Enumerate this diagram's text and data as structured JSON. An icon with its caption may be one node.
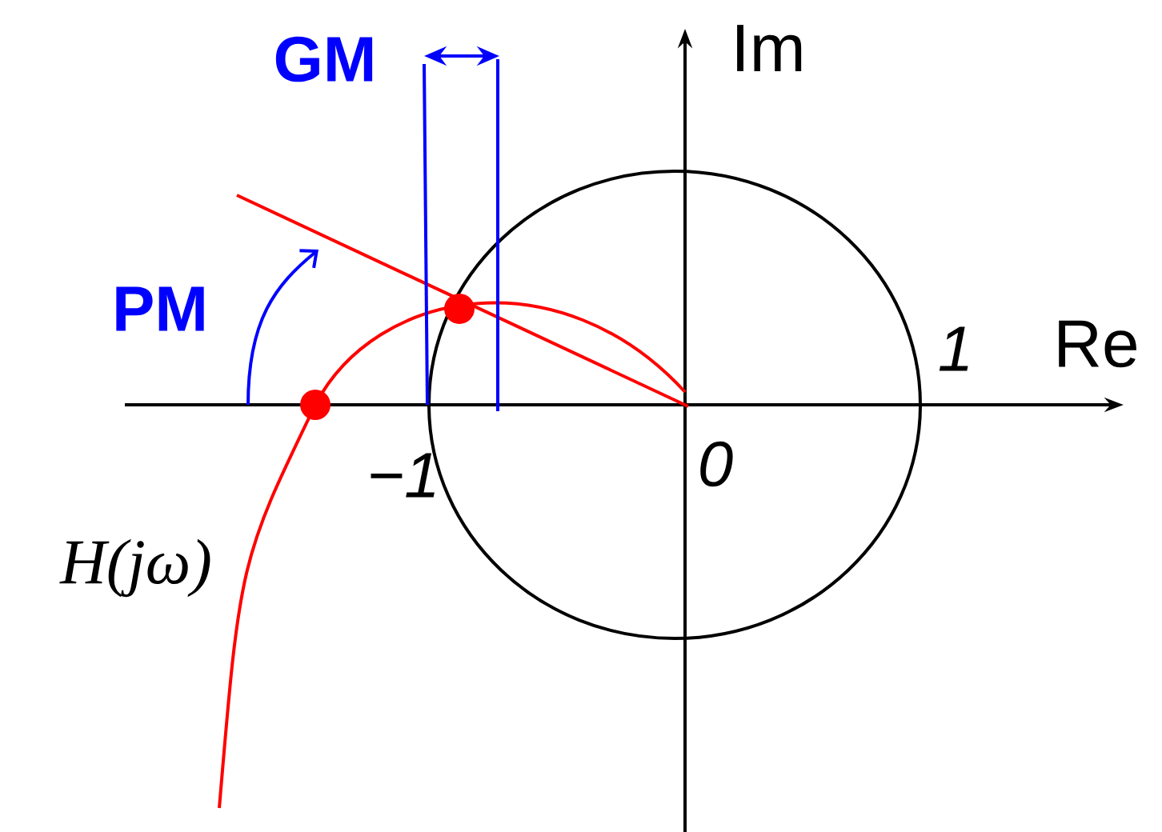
{
  "diagram": {
    "labels": [
      "GM",
      "Im",
      "PM",
      "1",
      "Re",
      "−1",
      "0",
      "H(jω)"
    ]
  }
}
